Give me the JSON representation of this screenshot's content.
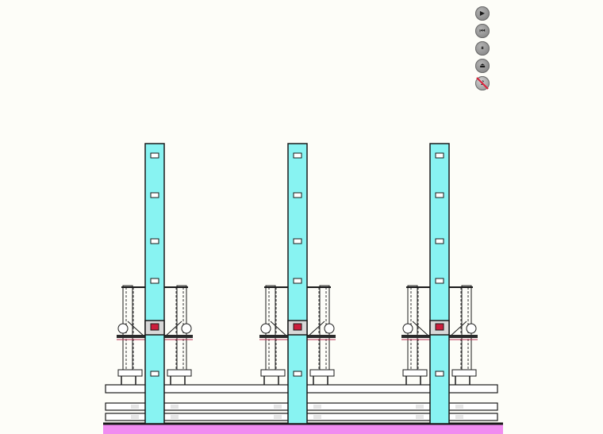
{
  "diagram": {
    "colors": {
      "column": "#88f3f2",
      "stroke": "#1a1a1a",
      "ground": "#f08cf0",
      "beam_fill": "#ffffff",
      "window": "#ffffff",
      "indicator": "#cc1d3c",
      "background": "#fdfdf8"
    },
    "column_count": 3
  },
  "controls": [
    {
      "name": "play-button",
      "icon": "play-icon",
      "glyph": "▶"
    },
    {
      "name": "rewind-button",
      "icon": "rewind-icon",
      "glyph": "⏮"
    },
    {
      "name": "pause-button",
      "icon": "pause-icon",
      "glyph": "⏸"
    },
    {
      "name": "eject-button",
      "icon": "eject-icon",
      "glyph": "⏏"
    },
    {
      "name": "mute-button",
      "icon": "mute-icon",
      "glyph": "♪"
    }
  ]
}
